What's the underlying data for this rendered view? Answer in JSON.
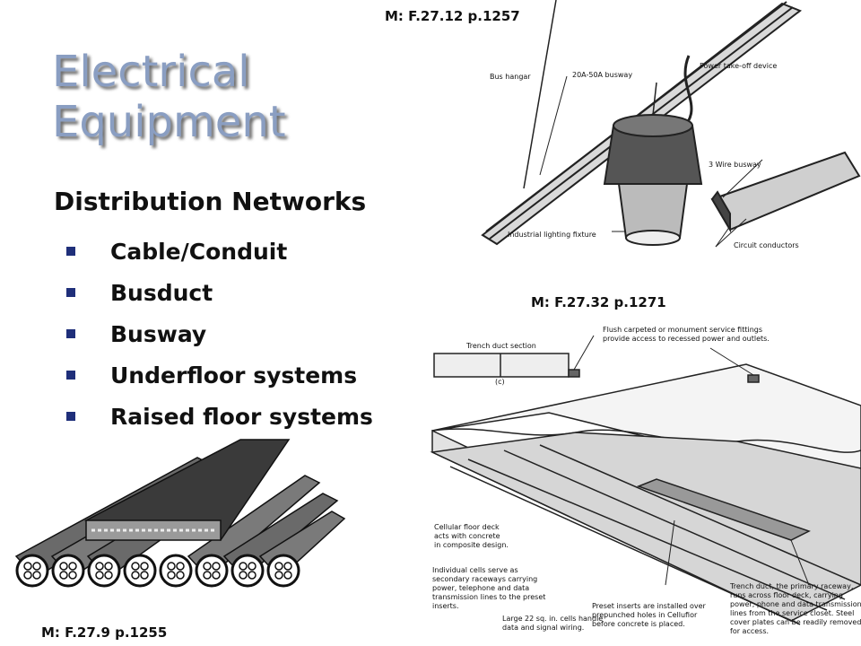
{
  "slide": {
    "title_line1": "Electrical",
    "title_line2": "Equipment",
    "subtitle": "Distribution Networks",
    "bullets": [
      "Cable/Conduit",
      "Busduct",
      "Busway",
      "Underfloor systems",
      "Raised floor systems"
    ]
  },
  "captions": {
    "top": "M: F.27.12  p.1257",
    "middle": "M: F.27.32 p.1271",
    "bottom": "M: F.27.9  p.1255"
  },
  "busway_figure": {
    "bus_hangar": "Bus hangar",
    "busway_rating": "20A-50A busway",
    "power_takeoff": "Power take-off device",
    "three_wire": "3 Wire busway",
    "lighting_fixture": "Industrial lighting fixture",
    "circuit_conductors": "Circuit conductors"
  },
  "floor_figure": {
    "trench_section": "Trench duct section",
    "section_tag": "(c)",
    "fittings_line1": "Flush carpeted or monument service fittings",
    "fittings_line2": "provide access to recessed power and outlets.",
    "deck_line1": "Cellular floor deck",
    "deck_line2": "acts with concrete",
    "deck_line3": "in composite design.",
    "cells_line1": "Individual cells serve as",
    "cells_line2": "secondary raceways carrying",
    "cells_line3": "power, telephone and data",
    "cells_line4": "transmission lines to the preset",
    "cells_line5": "inserts.",
    "large_line1": "Large 22 sq. in. cells handle",
    "large_line2": "data and signal wiring.",
    "preset_line1": "Preset inserts are installed over",
    "preset_line2": "prepunched holes in Cellufior",
    "preset_line3": "before concrete is placed.",
    "trench_line1": "Trench duct, the primary raceway,",
    "trench_line2": "runs across floor deck, carrying",
    "trench_line3": "power, phone and data transmission",
    "trench_line4": "lines from the service closet.  Steel",
    "trench_line5": "cover plates can be readily removed",
    "trench_line6": "for access."
  }
}
